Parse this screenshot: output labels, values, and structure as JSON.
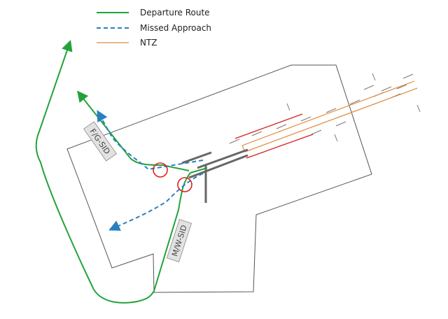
{
  "colors": {
    "departure": "#22a33a",
    "missed": "#2a7fc0",
    "ntz": "#e08a3c",
    "runway": "#666666",
    "boundary": "#555555",
    "marker": "#e02020",
    "approach": "#d42020",
    "label_box": "#e2e2e2"
  },
  "legend": {
    "departure_route": "Departure Route",
    "missed_approach": "Missed Approach",
    "ntz": "NTZ"
  },
  "labels": {
    "fg_sid": "F/G-SID",
    "mw_sid": "M/W-SID"
  }
}
